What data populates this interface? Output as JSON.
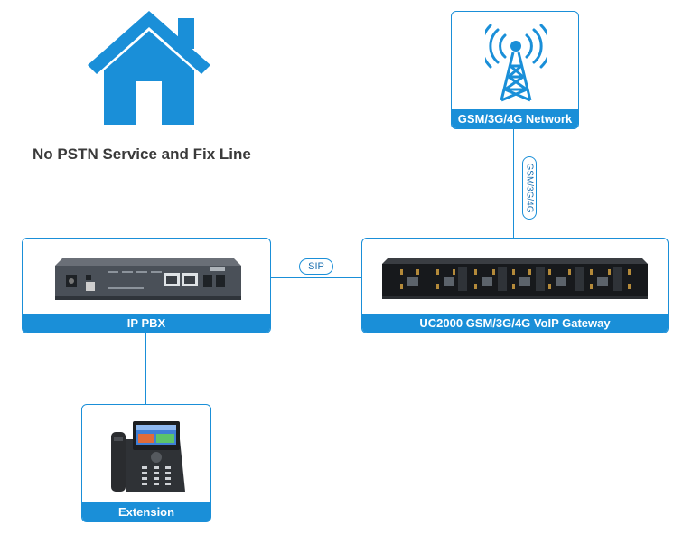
{
  "headline": "No PSTN Service and Fix Line",
  "nodes": {
    "network": {
      "label": "GSM/3G/4G Network",
      "icon": "cell-tower-icon"
    },
    "ippbx": {
      "label": "IP PBX",
      "icon": "ip-pbx-device"
    },
    "gateway": {
      "label": "UC2000 GSM/3G/4G VoIP Gateway",
      "icon": "voip-gateway-device"
    },
    "extension": {
      "label": "Extension",
      "icon": "ip-phone-device"
    }
  },
  "links": {
    "sip": "SIP",
    "gsm": "GSM/3G/4G"
  },
  "colors": {
    "accent": "#1a8fd8"
  }
}
